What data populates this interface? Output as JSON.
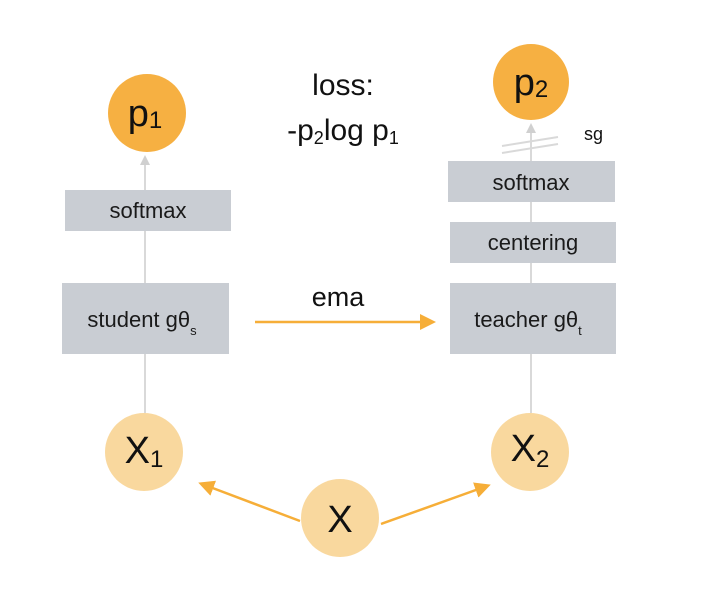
{
  "loss": {
    "title": "loss:",
    "formula_prefix": "-p",
    "formula_sub1": "2",
    "formula_mid": "log p",
    "formula_sub2": "1"
  },
  "student": {
    "output_node": {
      "main": "p",
      "sub": "1"
    },
    "softmax_label": "softmax",
    "network_label": "student gθ",
    "network_sub": "s",
    "input_node": {
      "main": "X",
      "sub": "1"
    }
  },
  "teacher": {
    "output_node": {
      "main": "p",
      "sub": "2"
    },
    "stop_grad_label": "sg",
    "softmax_label": "softmax",
    "centering_label": "centering",
    "network_label": "teacher gθ",
    "network_sub": "t",
    "input_node": {
      "main": "X",
      "sub": "2"
    }
  },
  "ema_label": "ema",
  "source_node": {
    "main": "X"
  },
  "colors": {
    "output_node": "#F6B042",
    "input_node": "#F9D89E",
    "box_fill": "#C9CDD3",
    "connector_gray": "#D9D9D9",
    "arrow_orange": "#F6AE38",
    "text": "#111111"
  }
}
